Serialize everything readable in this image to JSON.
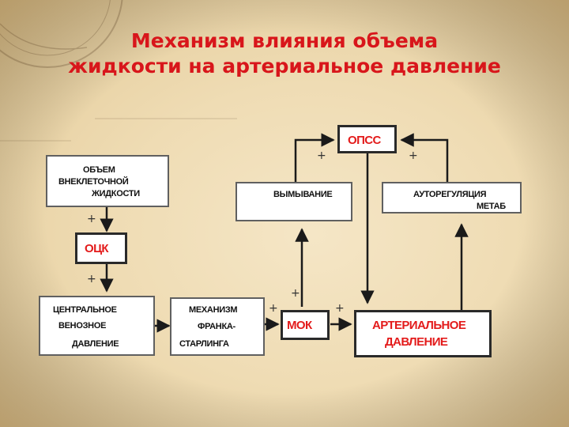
{
  "slide": {
    "title_line1": "Механизм влияния объема",
    "title_line2": "жидкости на артериальное давление"
  },
  "nodes": {
    "ops": "ОПСС",
    "ecf_line1": "ОБЪЕМ",
    "ecf_line2": "ВНЕКЛЕТОЧНОЙ",
    "ecf_line3": "ЖИДКОСТИ",
    "washout": "ВЫМЫВАНИЕ",
    "autoreg_line1": "АУТОРЕГУЛЯЦИЯ",
    "autoreg_line2": "МЕТАБ",
    "otsk": "ОЦК",
    "cvp_line1": "ЦЕНТРАЛЬНОЕ",
    "cvp_line2": "ВЕНОЗНОЕ",
    "cvp_line3": "ДАВЛЕНИЕ",
    "fs_line1": "МЕХАНИЗМ",
    "fs_line2": "ФРАНКА-",
    "fs_line3": "СТАРЛИНГА",
    "mok": "МОК",
    "ap_line1": "АРТЕРИАЛЬНОЕ",
    "ap_line2": "ДАВЛЕНИЕ"
  },
  "signs": {
    "ops_left": "+",
    "ops_right": "+",
    "ecf_to_otsk": "+",
    "otsk_to_cvp": "+",
    "to_mok": "+",
    "mok_from_washout": "+",
    "mok_to_ap": "+"
  }
}
